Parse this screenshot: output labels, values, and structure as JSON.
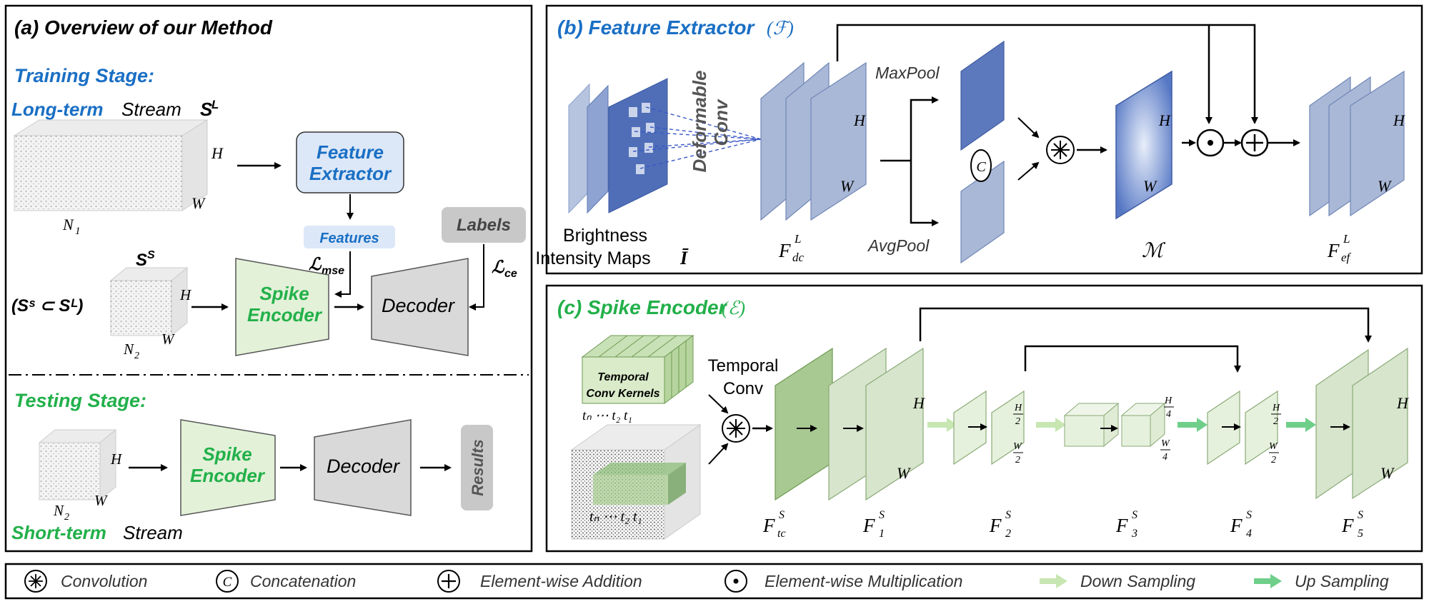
{
  "panel_a": {
    "title": "(a) Overview of our Method",
    "training_stage": "Training Stage:",
    "long_term_word": "Long-term",
    "stream_word": "Stream",
    "long_stream_symbol": "S",
    "long_stream_sup": "L",
    "dim_H": "H",
    "dim_W": "W",
    "n1": "N",
    "n1_sub": "1",
    "feature_extractor_line1": "Feature",
    "feature_extractor_line2": "Extractor",
    "features": "Features",
    "labels": "Labels",
    "loss_mse": "ℒ",
    "loss_mse_sub": "mse",
    "loss_ce": "ℒ",
    "loss_ce_sub": "ce",
    "short_stream_symbol": "S",
    "short_stream_sup": "S",
    "subset_relation": "(Sˢ ⊂ Sᴸ)",
    "n2": "N",
    "n2_sub": "2",
    "spike_encoder_line1": "Spike",
    "spike_encoder_line2": "Encoder",
    "decoder": "Decoder",
    "testing_stage": "Testing Stage:",
    "results": "Results",
    "short_term_word": "Short-term"
  },
  "panel_b": {
    "title": "(b) Feature Extractor",
    "title_symbol": "(ℱ)",
    "deformable_conv": "Deformable Conv",
    "brightness_line1": "Brightness",
    "brightness_line2": "Intensity Maps",
    "brightness_symbol": "Ī",
    "maxpool": "MaxPool",
    "avgpool": "AvgPool",
    "concat_symbol": "C",
    "f_dc": "F",
    "f_dc_sup": "L",
    "f_dc_sub": "dc",
    "m_label": "ℳ",
    "f_ef": "F",
    "f_ef_sup": "L",
    "f_ef_sub": "ef",
    "dim_H": "H",
    "dim_W": "W"
  },
  "panel_c": {
    "title": "(c) Spike Encoder",
    "title_symbol": "(ℰ)",
    "temporal_conv_line1": "Temporal",
    "temporal_conv_line2": "Conv",
    "temporal_kernels_line1": "Temporal",
    "temporal_kernels_line2": "Conv Kernels",
    "kernel_seq": "tₙ  ⋯  t₂ t₁",
    "cube_seq": "tₙ ⋯ t₂ t₁",
    "dim_H": "H",
    "dim_W": "W",
    "h2_num": "H",
    "h2_den": "2",
    "w2_num": "W",
    "w2_den": "2",
    "h4_num": "H",
    "h4_den": "4",
    "w4_num": "W",
    "w4_den": "4",
    "f_tc": "F",
    "f_tc_sup": "S",
    "f_tc_sub": "tc",
    "f1": "F",
    "f1_sup": "S",
    "f1_sub": "1",
    "f2": "F",
    "f2_sup": "S",
    "f2_sub": "2",
    "f3": "F",
    "f3_sup": "S",
    "f3_sub": "3",
    "f4": "F",
    "f4_sup": "S",
    "f4_sub": "4",
    "f5": "F",
    "f5_sup": "S",
    "f5_sub": "5"
  },
  "legend": {
    "convolution": "Convolution",
    "concatenation": "Concatenation",
    "concat_symbol": "C",
    "addition": "Element-wise Addition",
    "multiplication": "Element-wise Multiplication",
    "down_sampling": "Down Sampling",
    "up_sampling": "Up Sampling"
  },
  "colors": {
    "blue_title": "#1a6fc4",
    "green_title": "#22b04a",
    "feature_box": "#dce8f8",
    "encoder_green": "#e3f1d8",
    "decoder_gray": "#d9d9d9",
    "blue_plane": "#a9b8d6",
    "green_plane": "#d7e5cd",
    "down_arrow": "#c7e6b1",
    "up_arrow": "#6fcf8a"
  }
}
